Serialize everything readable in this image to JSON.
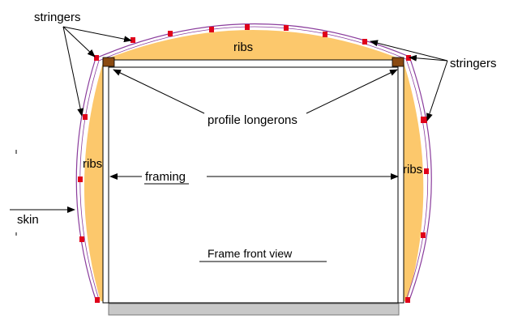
{
  "labels": {
    "stringers_left": "stringers",
    "stringers_right": "stringers",
    "ribs_top": "ribs",
    "ribs_left": "ribs",
    "ribs_right": "ribs",
    "profile_longerons": "profile longerons",
    "framing": "framing",
    "skin": "skin",
    "frame_front_view": "Frame front view"
  },
  "colors": {
    "rib_fill": "#fcc86c",
    "skin_line": "#8a3c9c",
    "stringer": "#e0001a",
    "longeron": "#8a4a12",
    "base_plate": "#c8c8c8",
    "frame_line": "#000000",
    "frame_inner": "#ffffff"
  }
}
